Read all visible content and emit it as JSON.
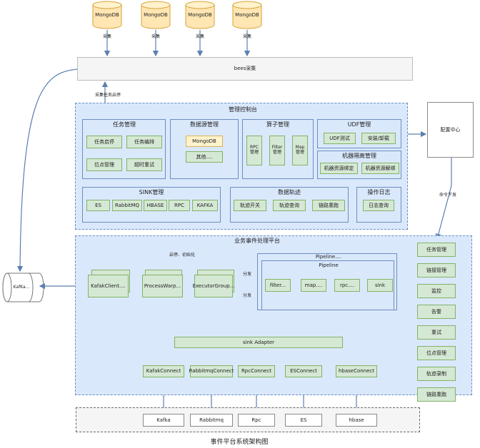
{
  "mongos": [
    "MongoDB",
    "MongoDB",
    "MongoDB",
    "MongoDB"
  ],
  "collect_label": "采集",
  "bees": "bees采集",
  "collect_task_label": "采集任务启停",
  "kafka_left": "KafKa...",
  "config_center": "配置中心",
  "cmd_label": "命令下发",
  "mgmt": {
    "title": "管理控制台",
    "task": {
      "title": "任务管理",
      "items": [
        "任务启停",
        "任务编排",
        "位点管理",
        "超时重试"
      ]
    },
    "datasource": {
      "title": "数据源管理",
      "items": [
        "MongoDB",
        "其他...."
      ]
    },
    "operator": {
      "title": "算子管理",
      "items": [
        "RPC\n管理",
        "Filter\n管理",
        "Map\n管理"
      ]
    },
    "udf": {
      "title": "UDF管理",
      "items": [
        "UDF测试",
        "安装/卸载"
      ]
    },
    "isolation": {
      "title": "机器隔离管理",
      "items": [
        "机器资源绑定",
        "机器资源解绑"
      ]
    },
    "sink": {
      "title": "SINK管理",
      "items": [
        "ES",
        "RabbitMQ",
        "HBASE",
        "RPC",
        "KAFKA"
      ]
    },
    "trace": {
      "title": "数据轨迹",
      "items": [
        "轨迹开关",
        "轨迹查询",
        "链路重跑"
      ]
    },
    "log": {
      "title": "操作日志",
      "items": [
        "日志查询"
      ]
    }
  },
  "biz": {
    "title": "业务事件处理平台",
    "init_label": "启停、初始化",
    "kafka_client": "KafakClient....",
    "process_warp": "ProcessWarp...",
    "executor_group": "ExecutorGroup...",
    "dispatch_label": "分发",
    "pipeline_outer": "Pipeline....",
    "pipeline": "Pipeline",
    "pipeline_items": [
      "filter...",
      "map....",
      "rpc....",
      "sink"
    ],
    "sink_adapter": "sink Adapter",
    "connects": [
      "KafakConnect",
      "RabbitmqConnect",
      "RpcConnect",
      "ESConnect",
      "hbaseConnect"
    ],
    "right_items": [
      "任务管理",
      "链接管理",
      "监控",
      "告警",
      "重试",
      "位点管理",
      "轨迹录制",
      "链路重跑"
    ]
  },
  "outputs": [
    "Kafka",
    "Rabbitmq",
    "Rpc",
    "ES",
    "hbase"
  ],
  "caption": "事件平台系统架构图"
}
